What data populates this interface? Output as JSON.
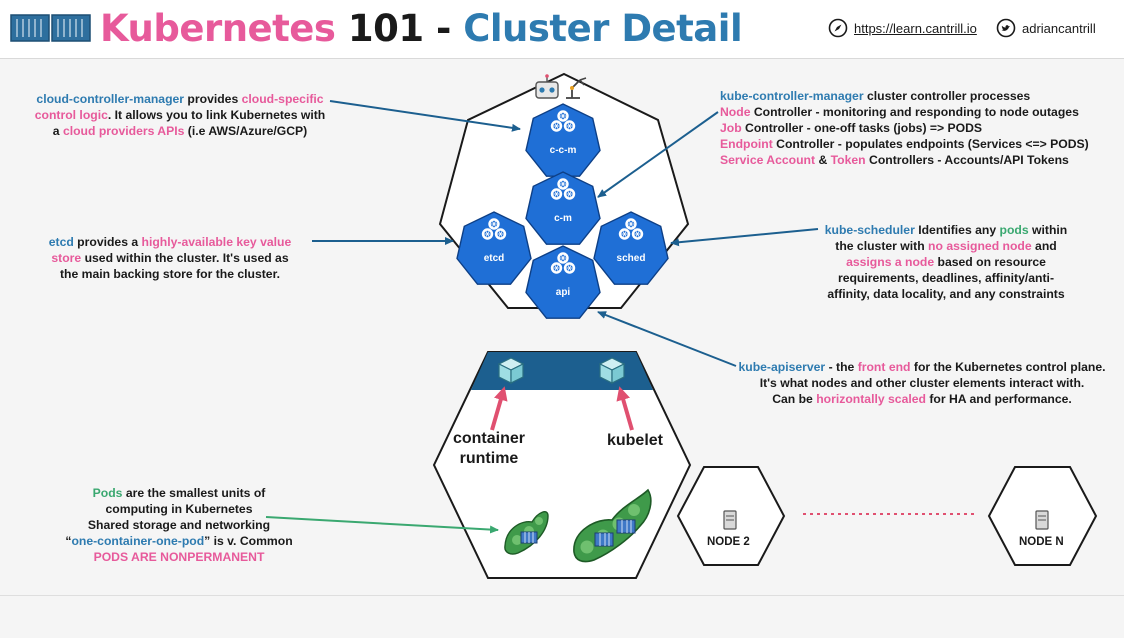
{
  "header": {
    "title_part1": "Kubernetes",
    "title_part2": "101 -",
    "title_part3": "Cluster Detail",
    "url": "https://learn.cantrill.io",
    "handle": "adriancantrill"
  },
  "control_plane": {
    "components": [
      {
        "key": "ccm",
        "label": "c-c-m"
      },
      {
        "key": "cm",
        "label": "c-m"
      },
      {
        "key": "etcd",
        "label": "etcd"
      },
      {
        "key": "sched",
        "label": "sched"
      },
      {
        "key": "api",
        "label": "api"
      }
    ]
  },
  "annotations": {
    "ccm": {
      "l1_a": "cloud-controller-manager",
      "l1_b": " provides ",
      "l1_c": "cloud-specific",
      "l2_a": "control logic",
      "l2_b": ". It allows you to link Kubernetes with",
      "l3_a": "a ",
      "l3_b": "cloud providers APIs",
      "l3_c": " (i.e AWS/Azure/GCP)"
    },
    "kcm": {
      "l1_a": "kube-controller-manager",
      "l1_b": " cluster controller processes",
      "l2_a": "Node",
      "l2_b": " Controller - monitoring and responding to node outages",
      "l3_a": "Job",
      "l3_b": " Controller - one-off tasks (jobs) => PODS",
      "l4_a": "Endpoint",
      "l4_b": " Controller - populates endpoints (Services <=> PODS)",
      "l5_a": "Service Account",
      "l5_b": " & ",
      "l5_c": "Token",
      "l5_d": " Controllers - Accounts/API Tokens"
    },
    "etcd": {
      "l1_a": "etcd",
      "l1_b": " provides a ",
      "l1_c": "highly-available key value",
      "l2_a": "store",
      "l2_b": " used within the cluster. It's used as",
      "l3": "the main backing store for the cluster."
    },
    "sched": {
      "l1_a": "kube-scheduler",
      "l1_b": " Identifies any ",
      "l1_c": "pods",
      "l1_d": " within",
      "l2_a": "the cluster with ",
      "l2_b": "no assigned node",
      "l2_c": " and",
      "l3_a": "assigns a node",
      "l3_b": " based on resource",
      "l4": "requirements, deadlines, affinity/anti-",
      "l5": "affinity, data locality, and any constraints"
    },
    "api": {
      "l1_a": "kube-apiserver",
      "l1_b": " - the ",
      "l1_c": "front end",
      "l1_d": " for the Kubernetes control plane.",
      "l2": "It's what nodes and other cluster elements interact with.",
      "l3_a": "Can be ",
      "l3_b": "horizontally scaled",
      "l3_c": " for HA and performance."
    },
    "pods": {
      "l1_a": "Pods",
      "l1_b": " are the smallest units of",
      "l2": "computing in Kubernetes",
      "l3": "Shared storage and networking",
      "l4_a": "“",
      "l4_b": "one-container-one-pod",
      "l4_c": "” is v. Common",
      "l5": "PODS ARE NONPERMANENT"
    }
  },
  "worker": {
    "container_runtime_l1": "container",
    "container_runtime_l2": "runtime",
    "kubelet": "kubelet",
    "node2": "NODE 2",
    "noden": "NODE N"
  },
  "colors": {
    "pink": "#e75a9b",
    "blue": "#2e7bb0",
    "green": "#3aa870",
    "k8s_blue": "#1f6fd6",
    "worker_bar": "#1c5f8f"
  }
}
